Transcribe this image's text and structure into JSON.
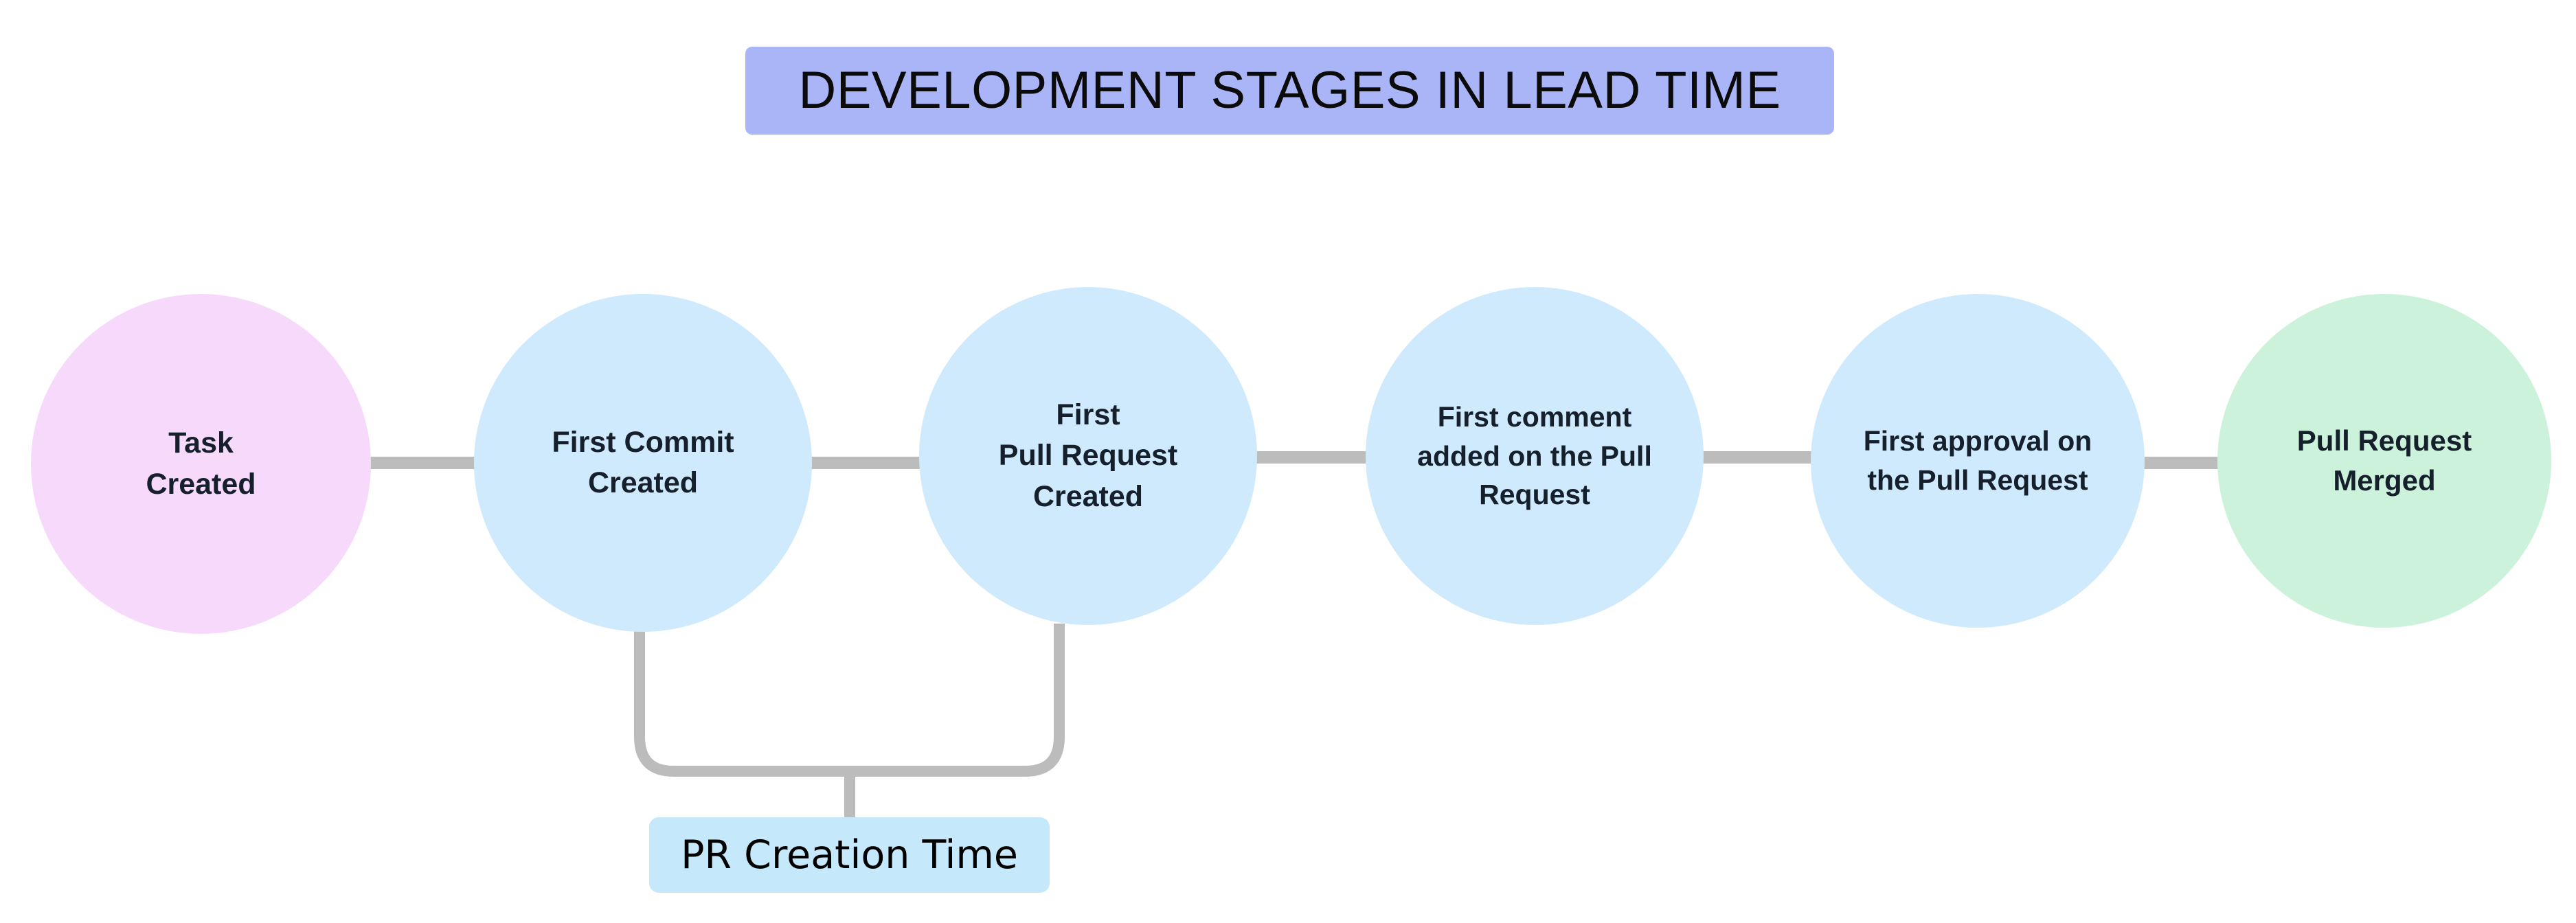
{
  "title": {
    "text": "DEVELOPMENT STAGES IN LEAD TIME",
    "background_color": "#aab5f8",
    "text_color": "#0b0b0b"
  },
  "colors": {
    "page_background": "#ffffff",
    "connector_line": "#bcbcbc",
    "start_node": "#f7d9fb",
    "middle_node": "#cfeafd",
    "end_node": "#ccf2db",
    "node_text": "#16202c",
    "annotation_background": "#c5e8fb",
    "annotation_text": "#000000"
  },
  "flow": {
    "stages": [
      {
        "id": "task-created",
        "label": "Task\nCreated",
        "fill": "#f7d9fb"
      },
      {
        "id": "first-commit-created",
        "label": "First Commit\nCreated",
        "fill": "#cfeafd"
      },
      {
        "id": "first-pull-request-created",
        "label": "First\nPull Request\nCreated",
        "fill": "#cfeafd"
      },
      {
        "id": "first-comment-added",
        "label": "First comment\nadded on the Pull\nRequest",
        "fill": "#cfeafd"
      },
      {
        "id": "first-approval",
        "label": "First approval on\nthe Pull Request",
        "fill": "#cfeafd"
      },
      {
        "id": "pull-request-merged",
        "label": "Pull Request\nMerged",
        "fill": "#ccf2db"
      }
    ],
    "connectors": [
      {
        "from": "task-created",
        "to": "first-commit-created"
      },
      {
        "from": "first-commit-created",
        "to": "first-pull-request-created"
      },
      {
        "from": "first-pull-request-created",
        "to": "first-comment-added"
      },
      {
        "from": "first-comment-added",
        "to": "first-approval"
      },
      {
        "from": "first-approval",
        "to": "pull-request-merged"
      }
    ],
    "annotations": [
      {
        "id": "pr-creation-time",
        "label": "PR Creation Time",
        "spans": [
          "first-commit-created",
          "first-pull-request-created"
        ]
      }
    ]
  }
}
